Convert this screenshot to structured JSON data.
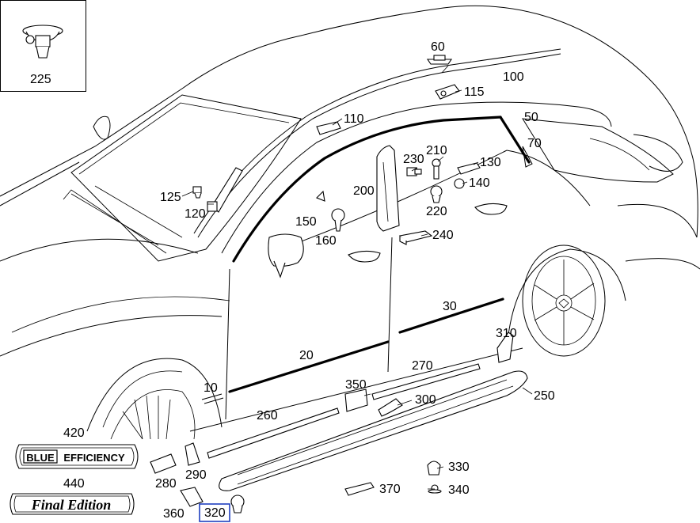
{
  "parts": [
    {
      "id": "p225",
      "label": "225"
    },
    {
      "id": "p60",
      "label": "60"
    },
    {
      "id": "p100",
      "label": "100"
    },
    {
      "id": "p115",
      "label": "115"
    },
    {
      "id": "p110",
      "label": "110"
    },
    {
      "id": "p50",
      "label": "50"
    },
    {
      "id": "p70",
      "label": "70"
    },
    {
      "id": "p230",
      "label": "230"
    },
    {
      "id": "p210",
      "label": "210"
    },
    {
      "id": "p130",
      "label": "130"
    },
    {
      "id": "p140",
      "label": "140"
    },
    {
      "id": "p200",
      "label": "200"
    },
    {
      "id": "p220",
      "label": "220"
    },
    {
      "id": "p125",
      "label": "125"
    },
    {
      "id": "p120",
      "label": "120"
    },
    {
      "id": "p150",
      "label": "150"
    },
    {
      "id": "p160",
      "label": "160"
    },
    {
      "id": "p240",
      "label": "240"
    },
    {
      "id": "p30",
      "label": "30"
    },
    {
      "id": "p310",
      "label": "310"
    },
    {
      "id": "p20",
      "label": "20"
    },
    {
      "id": "p270",
      "label": "270"
    },
    {
      "id": "p250",
      "label": "250"
    },
    {
      "id": "p10",
      "label": "10"
    },
    {
      "id": "p350",
      "label": "350"
    },
    {
      "id": "p300",
      "label": "300"
    },
    {
      "id": "p260",
      "label": "260"
    },
    {
      "id": "p420",
      "label": "420"
    },
    {
      "id": "p280",
      "label": "280"
    },
    {
      "id": "p290",
      "label": "290"
    },
    {
      "id": "p330",
      "label": "330"
    },
    {
      "id": "p440",
      "label": "440"
    },
    {
      "id": "p370",
      "label": "370"
    },
    {
      "id": "p340",
      "label": "340"
    },
    {
      "id": "p360",
      "label": "360"
    },
    {
      "id": "p320",
      "label": "320"
    }
  ],
  "selected_part": "320",
  "badges": {
    "blue_efficiency": {
      "word1": "BLUE",
      "word2": "EFFICIENCY"
    },
    "final_edition": {
      "text": "Final Edition"
    }
  },
  "colors": {
    "selection_box": "#1f3fbf",
    "line": "#000000",
    "background": "#ffffff"
  }
}
